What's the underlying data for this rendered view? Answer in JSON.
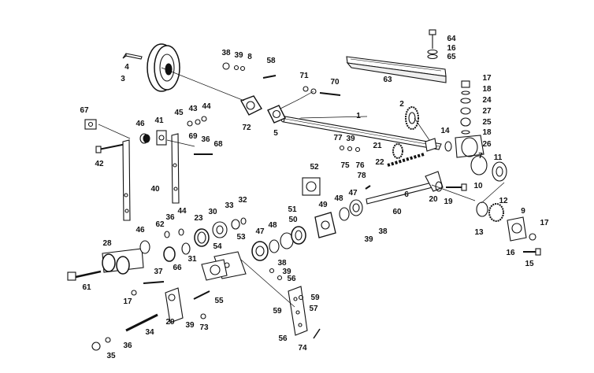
{
  "diagram": {
    "callouts": {
      "c1": "1",
      "c2": "2",
      "c3": "3",
      "c4": "4",
      "c5": "5",
      "c6": "6",
      "c7": "7",
      "c8": "8",
      "c9": "9",
      "c10": "10",
      "c11": "11",
      "c12": "12",
      "c13": "13",
      "c14": "14",
      "c15": "15",
      "c16a": "16",
      "c16b": "16",
      "c17a": "17",
      "c17b": "17",
      "c17c": "17",
      "c18a": "18",
      "c18b": "18",
      "c19": "19",
      "c20": "20",
      "c21": "21",
      "c22": "22",
      "c23": "23",
      "c24": "24",
      "c25": "25",
      "c26": "26",
      "c27": "27",
      "c28": "28",
      "c29": "29",
      "c30": "30",
      "c31": "31",
      "c32": "32",
      "c33": "33",
      "c34": "34",
      "c35": "35",
      "c36a": "36",
      "c36b": "36",
      "c36c": "36",
      "c37": "37",
      "c38a": "38",
      "c38b": "38",
      "c38c": "38",
      "c39a": "39",
      "c39b": "39",
      "c39c": "39",
      "c39d": "39",
      "c39e": "39",
      "c40": "40",
      "c41": "41",
      "c42": "42",
      "c43": "43",
      "c44a": "44",
      "c44b": "44",
      "c45": "45",
      "c46a": "46",
      "c46b": "46",
      "c47a": "47",
      "c47b": "47",
      "c48a": "48",
      "c48b": "48",
      "c49": "49",
      "c50": "50",
      "c51": "51",
      "c52": "52",
      "c53": "53",
      "c54": "54",
      "c55": "55",
      "c56a": "56",
      "c56b": "56",
      "c57": "57",
      "c58": "58",
      "c59a": "59",
      "c59b": "59",
      "c60": "60",
      "c61": "61",
      "c62": "62",
      "c63": "63",
      "c64": "64",
      "c65": "65",
      "c66": "66",
      "c67": "67",
      "c68": "68",
      "c69": "69",
      "c70": "70",
      "c71": "71",
      "c72": "72",
      "c73": "73",
      "c74": "74",
      "c75": "75",
      "c76": "76",
      "c77": "77",
      "c78": "78"
    }
  }
}
